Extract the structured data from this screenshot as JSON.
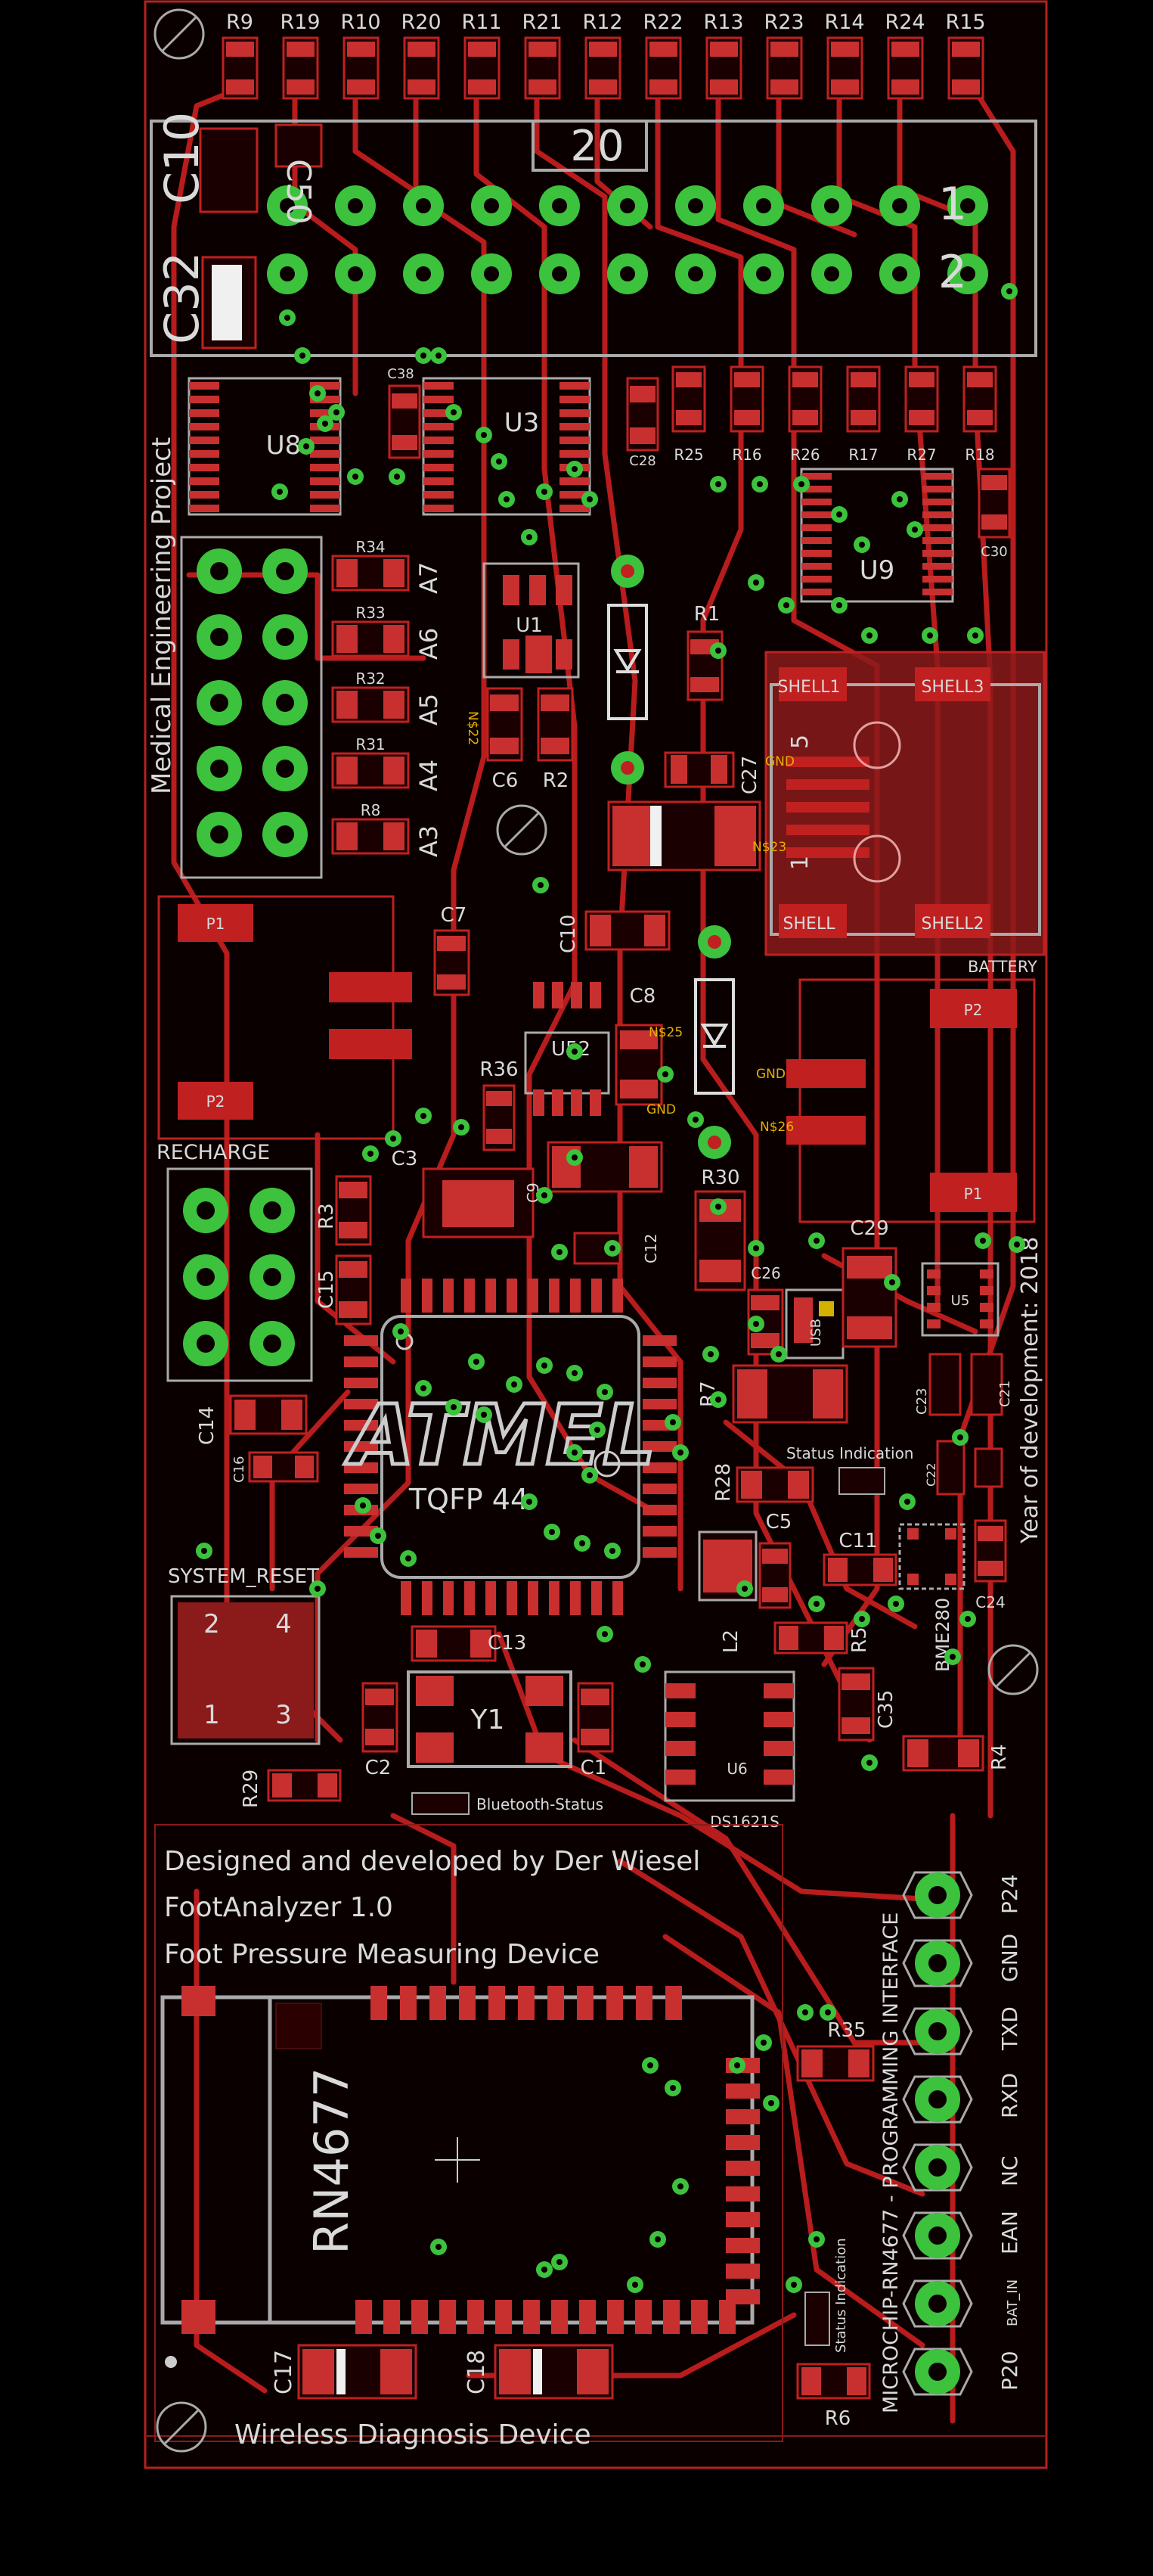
{
  "board": {
    "top_resistors": [
      "R9",
      "R19",
      "R10",
      "R20",
      "R11",
      "R21",
      "R12",
      "R22",
      "R13",
      "R23",
      "R14",
      "R24",
      "R15"
    ],
    "mid_resistors": [
      "R25",
      "R16",
      "R26",
      "R17",
      "R27",
      "R18"
    ],
    "analog_resistors": [
      "R34",
      "R33",
      "R32",
      "R31",
      "R8"
    ],
    "analog_channels": [
      "A7",
      "A6",
      "A5",
      "A4",
      "A3"
    ],
    "header_pin_labels": [
      "20",
      "1",
      "2"
    ],
    "ribbon_caps": [
      "C10",
      "C32",
      "C50"
    ],
    "ics": {
      "u8": "U8",
      "u3": "U3",
      "u9": "U9",
      "u1": "U1",
      "u52": "U52",
      "u5": "U5",
      "u6": "U6",
      "y1": "Y1",
      "l2": "L2"
    },
    "caps": {
      "c38": "C38",
      "c28": "C28",
      "c30": "C30",
      "c6": "C6",
      "r2": "R2",
      "r1": "R1",
      "c27": "C27",
      "c7": "C7",
      "c10": "C10",
      "c8": "C8",
      "r36": "R36",
      "c3": "C3",
      "r3": "R3",
      "c15": "C15",
      "c14": "C14",
      "c16": "C16",
      "r30": "R30",
      "c26": "C26",
      "c29": "C29",
      "c23": "C23",
      "c21": "C21",
      "c22": "C22",
      "c24": "C24",
      "r7": "R7",
      "r28": "R28",
      "c5": "C5",
      "c11": "C11",
      "r5": "R5",
      "c35": "C35",
      "r4": "R4",
      "c13": "C13",
      "c2": "C2",
      "c1": "C1",
      "r29": "R29",
      "r35": "R35",
      "r6": "R6",
      "c17": "C17",
      "c18": "C18",
      "c12": "C12",
      "c9": "C9"
    },
    "usb_shell": [
      "SHELL1",
      "SHELL3",
      "SHELL",
      "SHELL2"
    ],
    "usb_pins": [
      "5",
      "1"
    ],
    "connectors": {
      "battery": "BATTERY",
      "recharge": "RECHARGE",
      "p1": "P1",
      "p2": "P2",
      "system_reset": "SYSTEM_RESET",
      "reset_pins": [
        "2",
        "4",
        "1",
        "3"
      ]
    },
    "mcu": {
      "package": "TQFP 44",
      "logo": "ATMEL"
    },
    "labels": {
      "status_indication": "Status Indication",
      "bluetooth_status": "Bluetooth-Status",
      "usb": "USB",
      "bme": "BME280",
      "ds": "DS1621S",
      "rn4677": "RN4677",
      "programming_interface": "MICROCHIP-RN4677 - PROGRAMMING INTERFACE"
    },
    "prog_pins": [
      "P24",
      "GND",
      "TXD",
      "RXD",
      "NC",
      "EAN",
      "BAT_IN",
      "P20"
    ],
    "nets": [
      "GND",
      "N$22",
      "N$23",
      "N$25",
      "N$26"
    ],
    "text": {
      "project": "Medical Engineering Project",
      "year": "Year of development: 2018",
      "designer": "Designed and developed by Der Wiesel",
      "product": "FootAnalyzer 1.0",
      "description": "Foot Pressure Measuring Device",
      "footer": "Wireless Diagnosis Device"
    }
  },
  "colors": {
    "background": "#000000",
    "copper": "#c02020",
    "pad": "#c83030",
    "pad_fill": "#d04040",
    "silk": "#d9d9d9",
    "via": "#3cc23c",
    "outline": "#b22222",
    "net_text": "#e6b000"
  }
}
